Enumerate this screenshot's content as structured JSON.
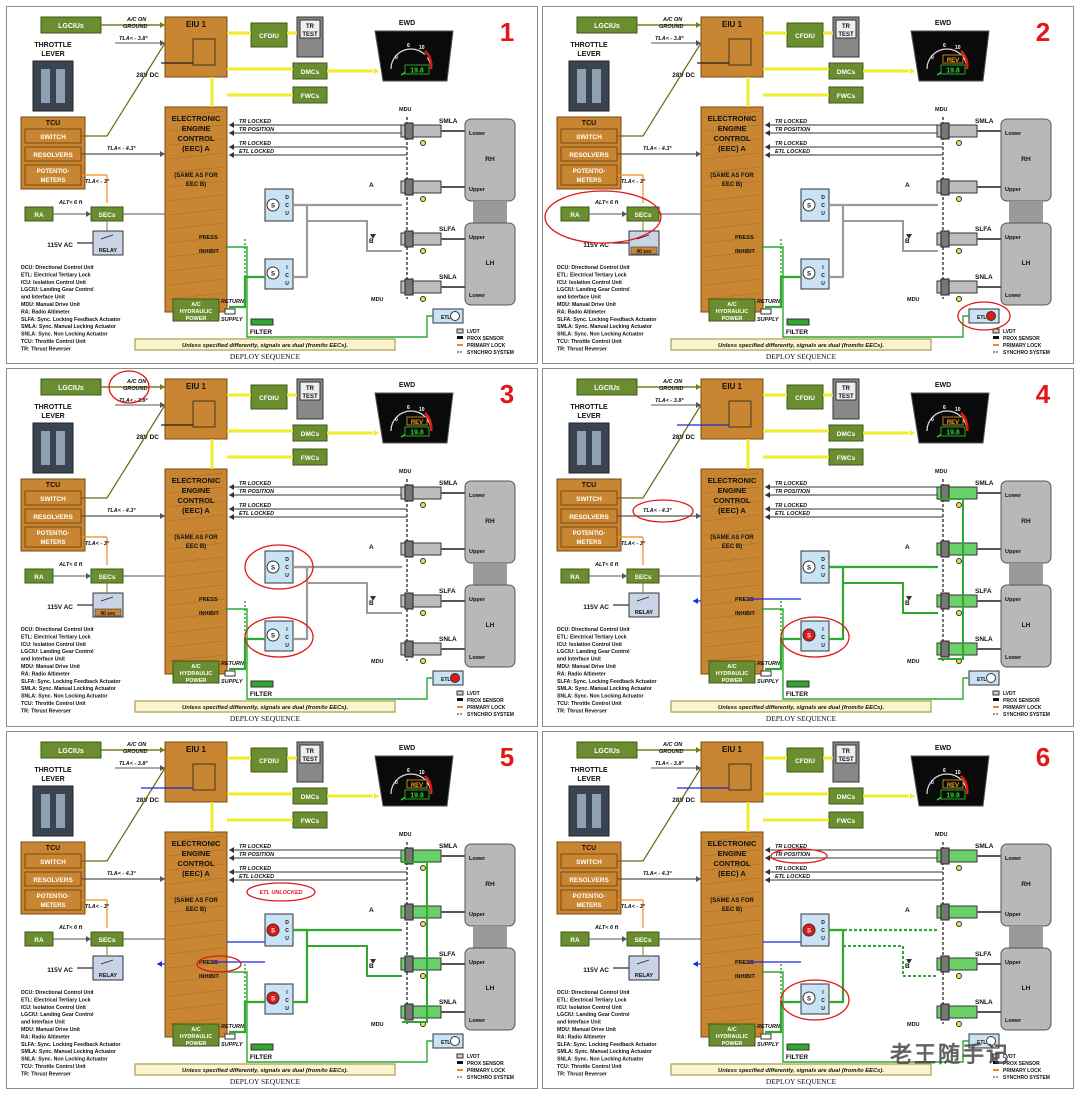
{
  "panels": [
    {
      "number": "1",
      "state": {
        "dcu": "off",
        "icu": "off",
        "etl": "off",
        "relay": "relay",
        "rev": false,
        "act": "off",
        "circles": []
      }
    },
    {
      "number": "2",
      "state": {
        "dcu": "off",
        "icu": "off",
        "etl": "red",
        "relay": "timer",
        "rev": true,
        "act": "off",
        "circles": [
          "sec-ra",
          "etl"
        ]
      }
    },
    {
      "number": "3",
      "state": {
        "dcu": "off",
        "icu": "off",
        "etl": "red",
        "relay": "timer",
        "rev": true,
        "act": "off",
        "circles": [
          "aconground",
          "dcu",
          "icu"
        ]
      }
    },
    {
      "number": "4",
      "state": {
        "dcu": "off",
        "icu": "red",
        "etl": "off",
        "relay": "relay",
        "rev": true,
        "act": "on",
        "circles": [
          "tla43",
          "icu"
        ]
      }
    },
    {
      "number": "5",
      "state": {
        "dcu": "red",
        "icu": "red",
        "etl": "off",
        "relay": "relay",
        "rev": true,
        "act": "on",
        "circles": [
          "etlunlocked",
          "press"
        ]
      }
    },
    {
      "number": "6",
      "state": {
        "dcu": "red",
        "icu": "off",
        "etl": "off",
        "relay": "relay",
        "rev": true,
        "act": "dash",
        "circles": [
          "trposition",
          "icu"
        ]
      }
    }
  ],
  "labels": {
    "lgciu": "LGCIUs",
    "eiu": "EIU 1",
    "cfdiu": "CFDIU",
    "tr_test_1": "TR",
    "tr_test_2": "TEST",
    "ewd": "EWD",
    "dmcs": "DMCs",
    "fwcs": "FWCs",
    "ac_on": "A/C ON",
    "ground": "GROUND",
    "tla38": "TLA< - 3.8°",
    "dc28": "28V DC",
    "throttle1": "THROTTLE",
    "throttle2": "LEVER",
    "tcu": "TCU",
    "switch": "SWITCH",
    "resolvers": "RESOLVERS",
    "potent1": "POTENTIO-",
    "potent2": "METERS",
    "tla43": "TLA< - 4.3°",
    "tla3": "TLA< - 3°",
    "alt6": "ALT< 6 ft",
    "ra": "RA",
    "secs": "SECs",
    "ac115": "115V AC",
    "relay": "RELAY",
    "timer": "40 sec",
    "eec1": "ELECTRONIC",
    "eec2": "ENGINE",
    "eec3": "CONTROL",
    "eec4": "(EEC) A",
    "same1": "(SAME AS FOR",
    "same2": "EEC B)",
    "tr_locked": "TR LOCKED",
    "tr_position": "TR POSITION",
    "etl_locked": "ETL LOCKED",
    "etl_unlocked": "ETL UNLOCKED",
    "press": "PRESS",
    "inhibit": "INHIBIT",
    "mdu": "MDU",
    "smla": "SMLA",
    "slfa": "SLFA",
    "snla": "SNLA",
    "lower": "Lower",
    "upper": "Upper",
    "rh": "RH",
    "lh": "LH",
    "a": "A",
    "b": "B",
    "dcu1": "D",
    "dcu2": "C",
    "dcu3": "U",
    "icu1": "I",
    "icu2": "C",
    "icu3": "U",
    "s": "S",
    "etl": "ETL",
    "ac_hyd1": "A/C",
    "ac_hyd2": "HYDRAULIC",
    "ac_hyd3": "POWER",
    "return": "RETURN",
    "supply": "SUPPLY",
    "filter": "FILTER",
    "lvdt": "LVDT",
    "prox": "PROX SENSOR",
    "primary": "PRIMARY LOCK",
    "synchro": "SYNCHRO SYSTEM",
    "note": "Unless specified differently, signals are dual (from/to EECs).",
    "deploy": "DEPLOY SEQUENCE",
    "ewd_n1": "0",
    "ewd_n2": "6",
    "ewd_n3": "10",
    "rev": "REV",
    "ewd_val": "19.8"
  },
  "glossary": [
    "DCU: Directional Control Unit",
    "ETL: Electrical Tertiary Lock",
    "ICU: Isolation Control Unit",
    "LGCIU: Landing Gear Control",
    "        and Interface Unit",
    "MDU: Manual Drive Unit",
    "RA: Radio Altimeter",
    "SLFA: Sync. Locking Feedback Actuator",
    "SMLA: Sync. Manual Locking Actuator",
    "SNLA: Sync. Non Locking Actuator",
    "TCU: Throttle Control Unit",
    "TR: Thrust Reverser"
  ],
  "watermark": "老王随手记",
  "colors": {
    "brown": "#c88532",
    "brown_dark": "#7a4a12",
    "green_box": "#6a8d2f",
    "yellow": "#f2ea2a",
    "hyd_green": "#2fa82f",
    "blue": "#1b2bd8",
    "red": "#e01818",
    "box_blue": "#c9e3f5",
    "orange": "#f08a1a",
    "olive": "#8a7a1a"
  }
}
